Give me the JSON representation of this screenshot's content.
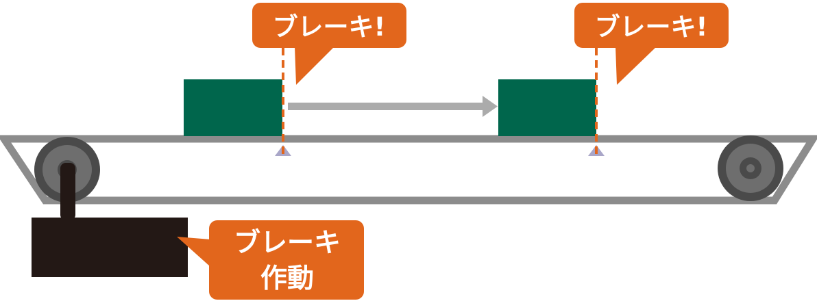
{
  "callouts": {
    "brake_1": "ブレーキ!",
    "brake_2": "ブレーキ!",
    "motor_brake_line1": "ブレーキ",
    "motor_brake_line2": "作動"
  },
  "colors": {
    "accent_orange": "#E2661C",
    "box_green": "#00664C",
    "belt_gray": "#8C8C8C",
    "arrow_gray": "#ABABAB",
    "pulley_dark": "#4A4A4A",
    "pulley_mid": "#6E6E6E",
    "motor_black": "#231815",
    "sensor_lilac": "#A9A6C8"
  }
}
